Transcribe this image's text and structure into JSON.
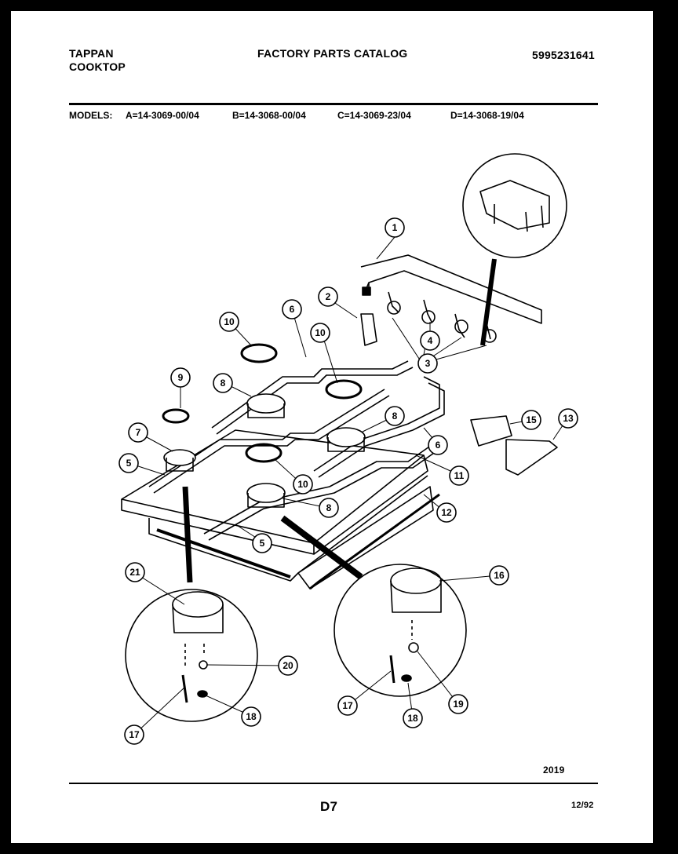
{
  "header": {
    "brand_line1": "TAPPAN",
    "brand_line2": "COOKTOP",
    "catalog_title": "FACTORY PARTS CATALOG",
    "part_number": "5995231641"
  },
  "models": {
    "label": "MODELS:",
    "a": "A=14-3069-00/04",
    "b": "B=14-3068-00/04",
    "c": "C=14-3069-23/04",
    "d": "D=14-3068-19/04"
  },
  "callouts": {
    "c1": "1",
    "c2": "2",
    "c3": "3",
    "c4": "4",
    "c5": "5",
    "c5b": "5",
    "c6": "6",
    "c6b": "6",
    "c7": "7",
    "c8a": "8",
    "c8b": "8",
    "c8c": "8",
    "c9": "9",
    "c10a": "10",
    "c10b": "10",
    "c10c": "10",
    "c11": "11",
    "c12": "12",
    "c13": "13",
    "c15": "15",
    "c16": "16",
    "c17a": "17",
    "c17b": "17",
    "c18a": "18",
    "c18b": "18",
    "c19": "19",
    "c20": "20",
    "c21": "21"
  },
  "footer": {
    "code": "2019",
    "page_id": "D7",
    "date_code": "12/92"
  }
}
